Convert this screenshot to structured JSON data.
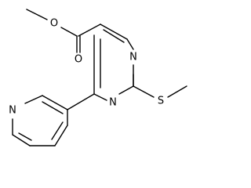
{
  "molecule": {
    "atoms": {
      "o_ether": "O",
      "o_carbonyl": "O",
      "n_pyrimidine_top": "N",
      "n_pyrimidine_bottom": "N",
      "s_thioether": "S",
      "n_pyridine": "N"
    }
  }
}
